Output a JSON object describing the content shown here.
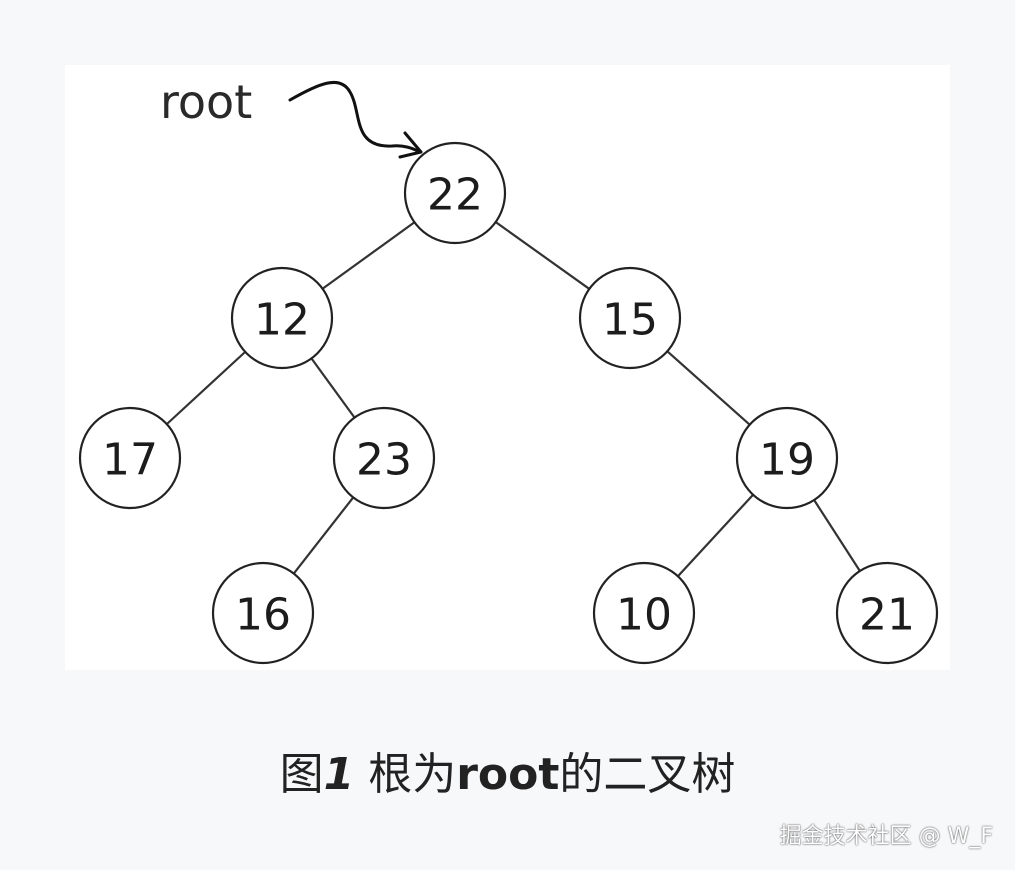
{
  "diagram": {
    "root_label": "root",
    "nodes": [
      {
        "id": "n22",
        "label": "22"
      },
      {
        "id": "n12",
        "label": "12"
      },
      {
        "id": "n15",
        "label": "15"
      },
      {
        "id": "n17",
        "label": "17"
      },
      {
        "id": "n23",
        "label": "23"
      },
      {
        "id": "n19",
        "label": "19"
      },
      {
        "id": "n16",
        "label": "16"
      },
      {
        "id": "n10",
        "label": "10"
      },
      {
        "id": "n21",
        "label": "21"
      }
    ],
    "edges": [
      {
        "from": "n22",
        "to": "n12"
      },
      {
        "from": "n22",
        "to": "n15"
      },
      {
        "from": "n12",
        "to": "n17"
      },
      {
        "from": "n12",
        "to": "n23"
      },
      {
        "from": "n23",
        "to": "n16"
      },
      {
        "from": "n15",
        "to": "n19"
      },
      {
        "from": "n19",
        "to": "n10"
      },
      {
        "from": "n19",
        "to": "n21"
      }
    ]
  },
  "caption": {
    "prefix": "图",
    "number": "1",
    "text_a": " 根为",
    "keyword": "root",
    "text_b": "的二叉树"
  },
  "watermark": "掘金技术社区 @ W_F"
}
